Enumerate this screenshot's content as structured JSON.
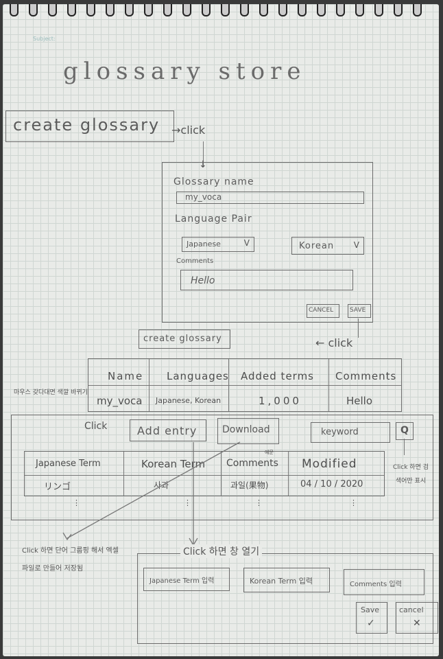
{
  "header": {
    "subject_label": "Subject:",
    "title": "glossary store"
  },
  "create_button_top": "create glossary",
  "annotations": {
    "click1": "→click",
    "click2": "← click",
    "click3": "Click",
    "row_note": "마우스 갖다대면 색깔 바뀌기",
    "search_note": "Click 하면 검색어만 표시",
    "download_note": "Click 하면 단어 그룹핑 해서 엑셀파일로 만들어 저장됨",
    "add_entry_note": "Click 하면 창 열기"
  },
  "dialog": {
    "name_label": "Glossary name",
    "name_value": "my_voca",
    "pair_label": "Language Pair",
    "source_lang": "Japanese",
    "target_lang": "Korean",
    "comments_label": "Comments",
    "comments_value": "Hello",
    "cancel": "CANCEL",
    "save": "SAVE"
  },
  "create_button_small": "create glossary",
  "glossary_table": {
    "headers": [
      "Name",
      "Languages",
      "Added terms",
      "Comments"
    ],
    "row": [
      "my_voca",
      "Japanese, Korean",
      "1,000",
      "Hello"
    ]
  },
  "toolbar": {
    "add_entry": "Add entry",
    "download": "Download",
    "keyword": "keyword",
    "search_icon": "Q"
  },
  "terms_table": {
    "headers": [
      "Japanese Term",
      "Korean Term",
      "Comments",
      "Modified"
    ],
    "comments_note": "예문",
    "row": [
      "リンゴ",
      "사과",
      "과일(果物)",
      "04 / 10 / 2020"
    ]
  },
  "entry_form": {
    "japanese_input": "Japanese Term 입력",
    "korean_input": "Korean Term 입력",
    "comments_input": "Comments 입력",
    "save": "Save",
    "cancel": "cancel"
  }
}
